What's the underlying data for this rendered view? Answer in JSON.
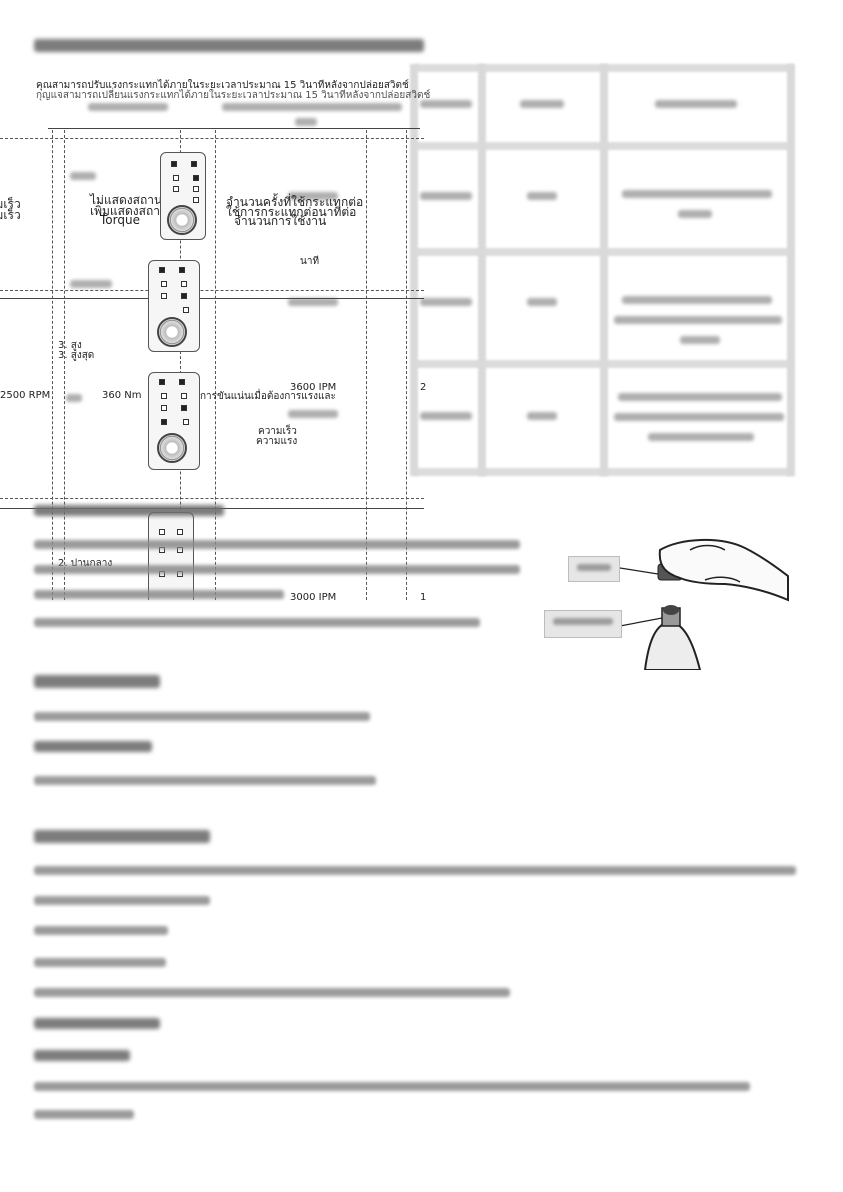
{
  "overlay_text": {
    "header_line_1": "คุณสามารถปรับแรงกระแทกได้ภายในระยะเวลาประมาณ 15 วินาทีหลังจากปล่อยสวิตช์",
    "header_line_2": "กุญแจสามารถเปลี่ยนแรงกระแทกได้ภายในระยะเวลาประมาณ 15 วินาทีหลังจากปล่อยสวิตช์",
    "torque_label_1": "ไม่แสดงสถานะ",
    "torque_label_2": "เพิ่มแสดงสถานะ",
    "torque_word": "Torque",
    "usage_label_1": "จำนวนครั้งที่ใช้กระแทกต่อ",
    "usage_label_2": "ใช้การกระแทกต่อนาทีต่อ",
    "usage_label_3": "จำนวนการใช้งาน",
    "minute_label": "นาที",
    "left_edge_1": "ความเร็ว",
    "left_edge_2": "ความเร็ว",
    "mode_3": "3. สูงสุด",
    "mode_3b": "3. สูง",
    "rpm_2500": "2500 RPM",
    "nm_360": "360 Nm",
    "ipm_3600": "3600 IPM",
    "force_desc": "การขันแน่นเมื่อต้องการแรงและ",
    "speed_word_1": "ความเร็ว",
    "speed_word_2": "ความแรง",
    "mode_2": "2. ปานกลาง",
    "ipm_3000": "3000 IPM",
    "row_num_2": "2",
    "row_num_1": "1"
  }
}
